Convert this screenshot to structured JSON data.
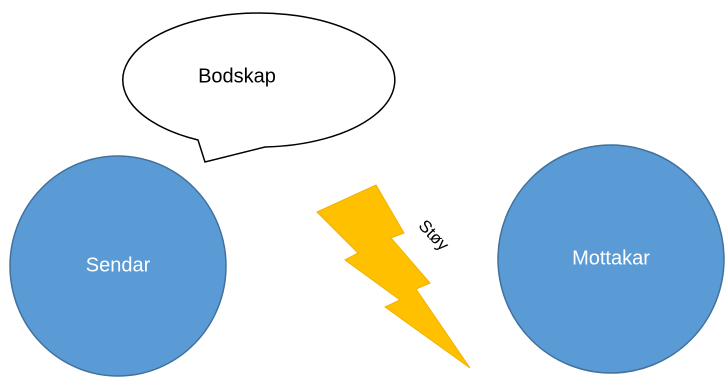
{
  "diagram": {
    "speech_bubble": {
      "label": "Bodskap",
      "fill": "#ffffff",
      "stroke": "#000000"
    },
    "sender": {
      "label": "Sendar",
      "fill": "#5b9bd5",
      "stroke": "#41719c",
      "text_color": "#ffffff"
    },
    "receiver": {
      "label": "Mottakar",
      "fill": "#5b9bd5",
      "stroke": "#41719c",
      "text_color": "#ffffff"
    },
    "noise": {
      "label": "Støy",
      "icon": "lightning-bolt-icon",
      "fill": "#ffc000",
      "stroke": "#f2b100"
    }
  }
}
